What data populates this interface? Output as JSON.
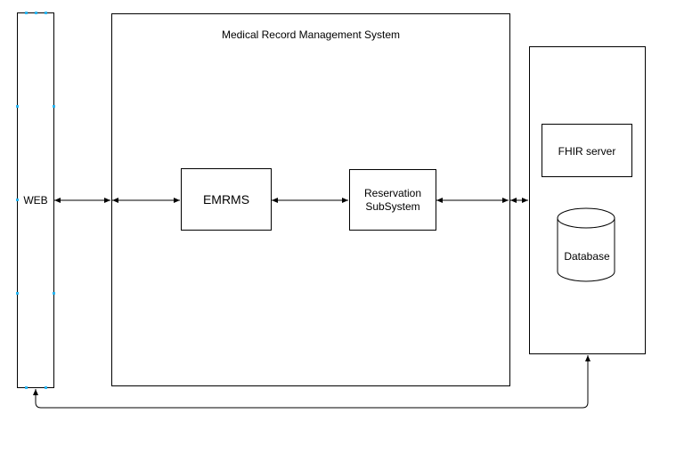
{
  "diagram": {
    "web_label": "WEB",
    "system_title": "Medical Record Management System",
    "emrms_label": "EMRMS",
    "reservation_label_line1": "Reservation",
    "reservation_label_line2": "SubSystem",
    "fhir_label": "FHIR server",
    "database_label": "Database"
  }
}
